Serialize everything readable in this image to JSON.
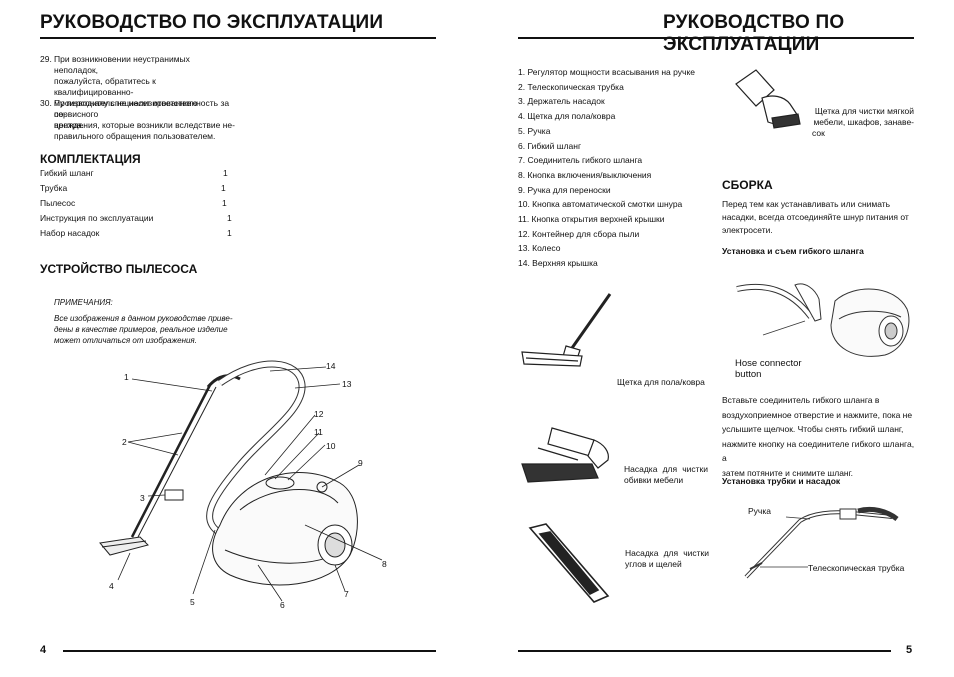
{
  "left": {
    "title": "РУКОВОДСТВО ПО ЭКСПЛУАТАЦИИ",
    "notes": [
      {
        "num": "29.",
        "lines": [
          "При возникновении неустранимых неполадок,",
          "пожалуйста, обратитесь к квалифицированно-",
          "му персоналу специализированного сервисного",
          "центра."
        ]
      },
      {
        "num": "30.",
        "lines": [
          "Производитель не несет ответственность за по-",
          "вреждения, которые возникли вследствие не-",
          "правильного обращения пользователем."
        ]
      }
    ],
    "kit_title": "КОМПЛЕКТАЦИЯ",
    "kit": [
      {
        "name": "Гибкий шланг",
        "qty": "1"
      },
      {
        "name": "Трубка",
        "qty": "1"
      },
      {
        "name": "Пылесос",
        "qty": "1"
      },
      {
        "name": "Инструкция по эксплуатации",
        "qty": "1"
      },
      {
        "name": "Набор насадок",
        "qty": "1"
      }
    ],
    "device_title": "УСТРОЙСТВО ПЫЛЕСОСА",
    "remark_title": "ПРИМЕЧАНИЯ:",
    "remark_lines": [
      "Все изображения в данном руководстве приве-",
      "дены в качестве примеров, реальное изделие",
      "может отличаться от изображения."
    ],
    "callouts": [
      "1",
      "2",
      "3",
      "4",
      "5",
      "6",
      "7",
      "8",
      "9",
      "10",
      "11",
      "12",
      "13",
      "14"
    ],
    "page_number": "4"
  },
  "right": {
    "title": "РУКОВОДСТВО ПО ЭКСПЛУАТАЦИИ",
    "parts": [
      "1.   Регулятор мощности всасывания на ручке",
      "2.   Телескопическая трубка",
      "3.   Держатель насадок",
      "4.   Щетка для пола/ковра",
      "5.   Ручка",
      "6.   Гибкий шланг",
      "7.   Соединитель гибкого шланга",
      "8.   Кнопка включения/выключения",
      "9.   Ручка для переноски",
      "10. Кнопка автоматической смотки шнура",
      "11. Кнопка открытия верхней крышки",
      "12. Контейнер для сбора пыли",
      "13. Колесо",
      "14. Верхняя крышка"
    ],
    "soft_brush_lines": [
      "Щетка для чистки мягкой",
      "мебели, шкафов, занаве-",
      "сок"
    ],
    "assembly_title": "СБОРКА",
    "assembly_intro": [
      "Перед тем как устанавливать или снимать",
      "насадки, всегда отсоединяйте шнур питания от",
      "электросети."
    ],
    "hose_title": "Установка и съем гибкого шланга",
    "hose_label_1": "Hose connector",
    "hose_label_2": "button",
    "hose_text": [
      "Вставьте соединитель гибкого шланга в",
      "воздухоприемное отверстие и нажмите, пока не",
      "услышите щелчок. Чтобы снять гибкий шланг,",
      "нажмите кнопку на соединителе гибкого шланга, а",
      "затем потяните и снимите шланг."
    ],
    "floor_brush": "Щетка для пола/ковра",
    "upholstery_lines": [
      "Насадка для чистки",
      "обивки мебели"
    ],
    "crevice_lines": [
      "Насадка для чистки",
      "углов и щелей"
    ],
    "tube_title": "Установка трубки и насадок",
    "handle_label": "Ручка",
    "tele_label": "Телескопическая трубка",
    "page_number": "5"
  }
}
